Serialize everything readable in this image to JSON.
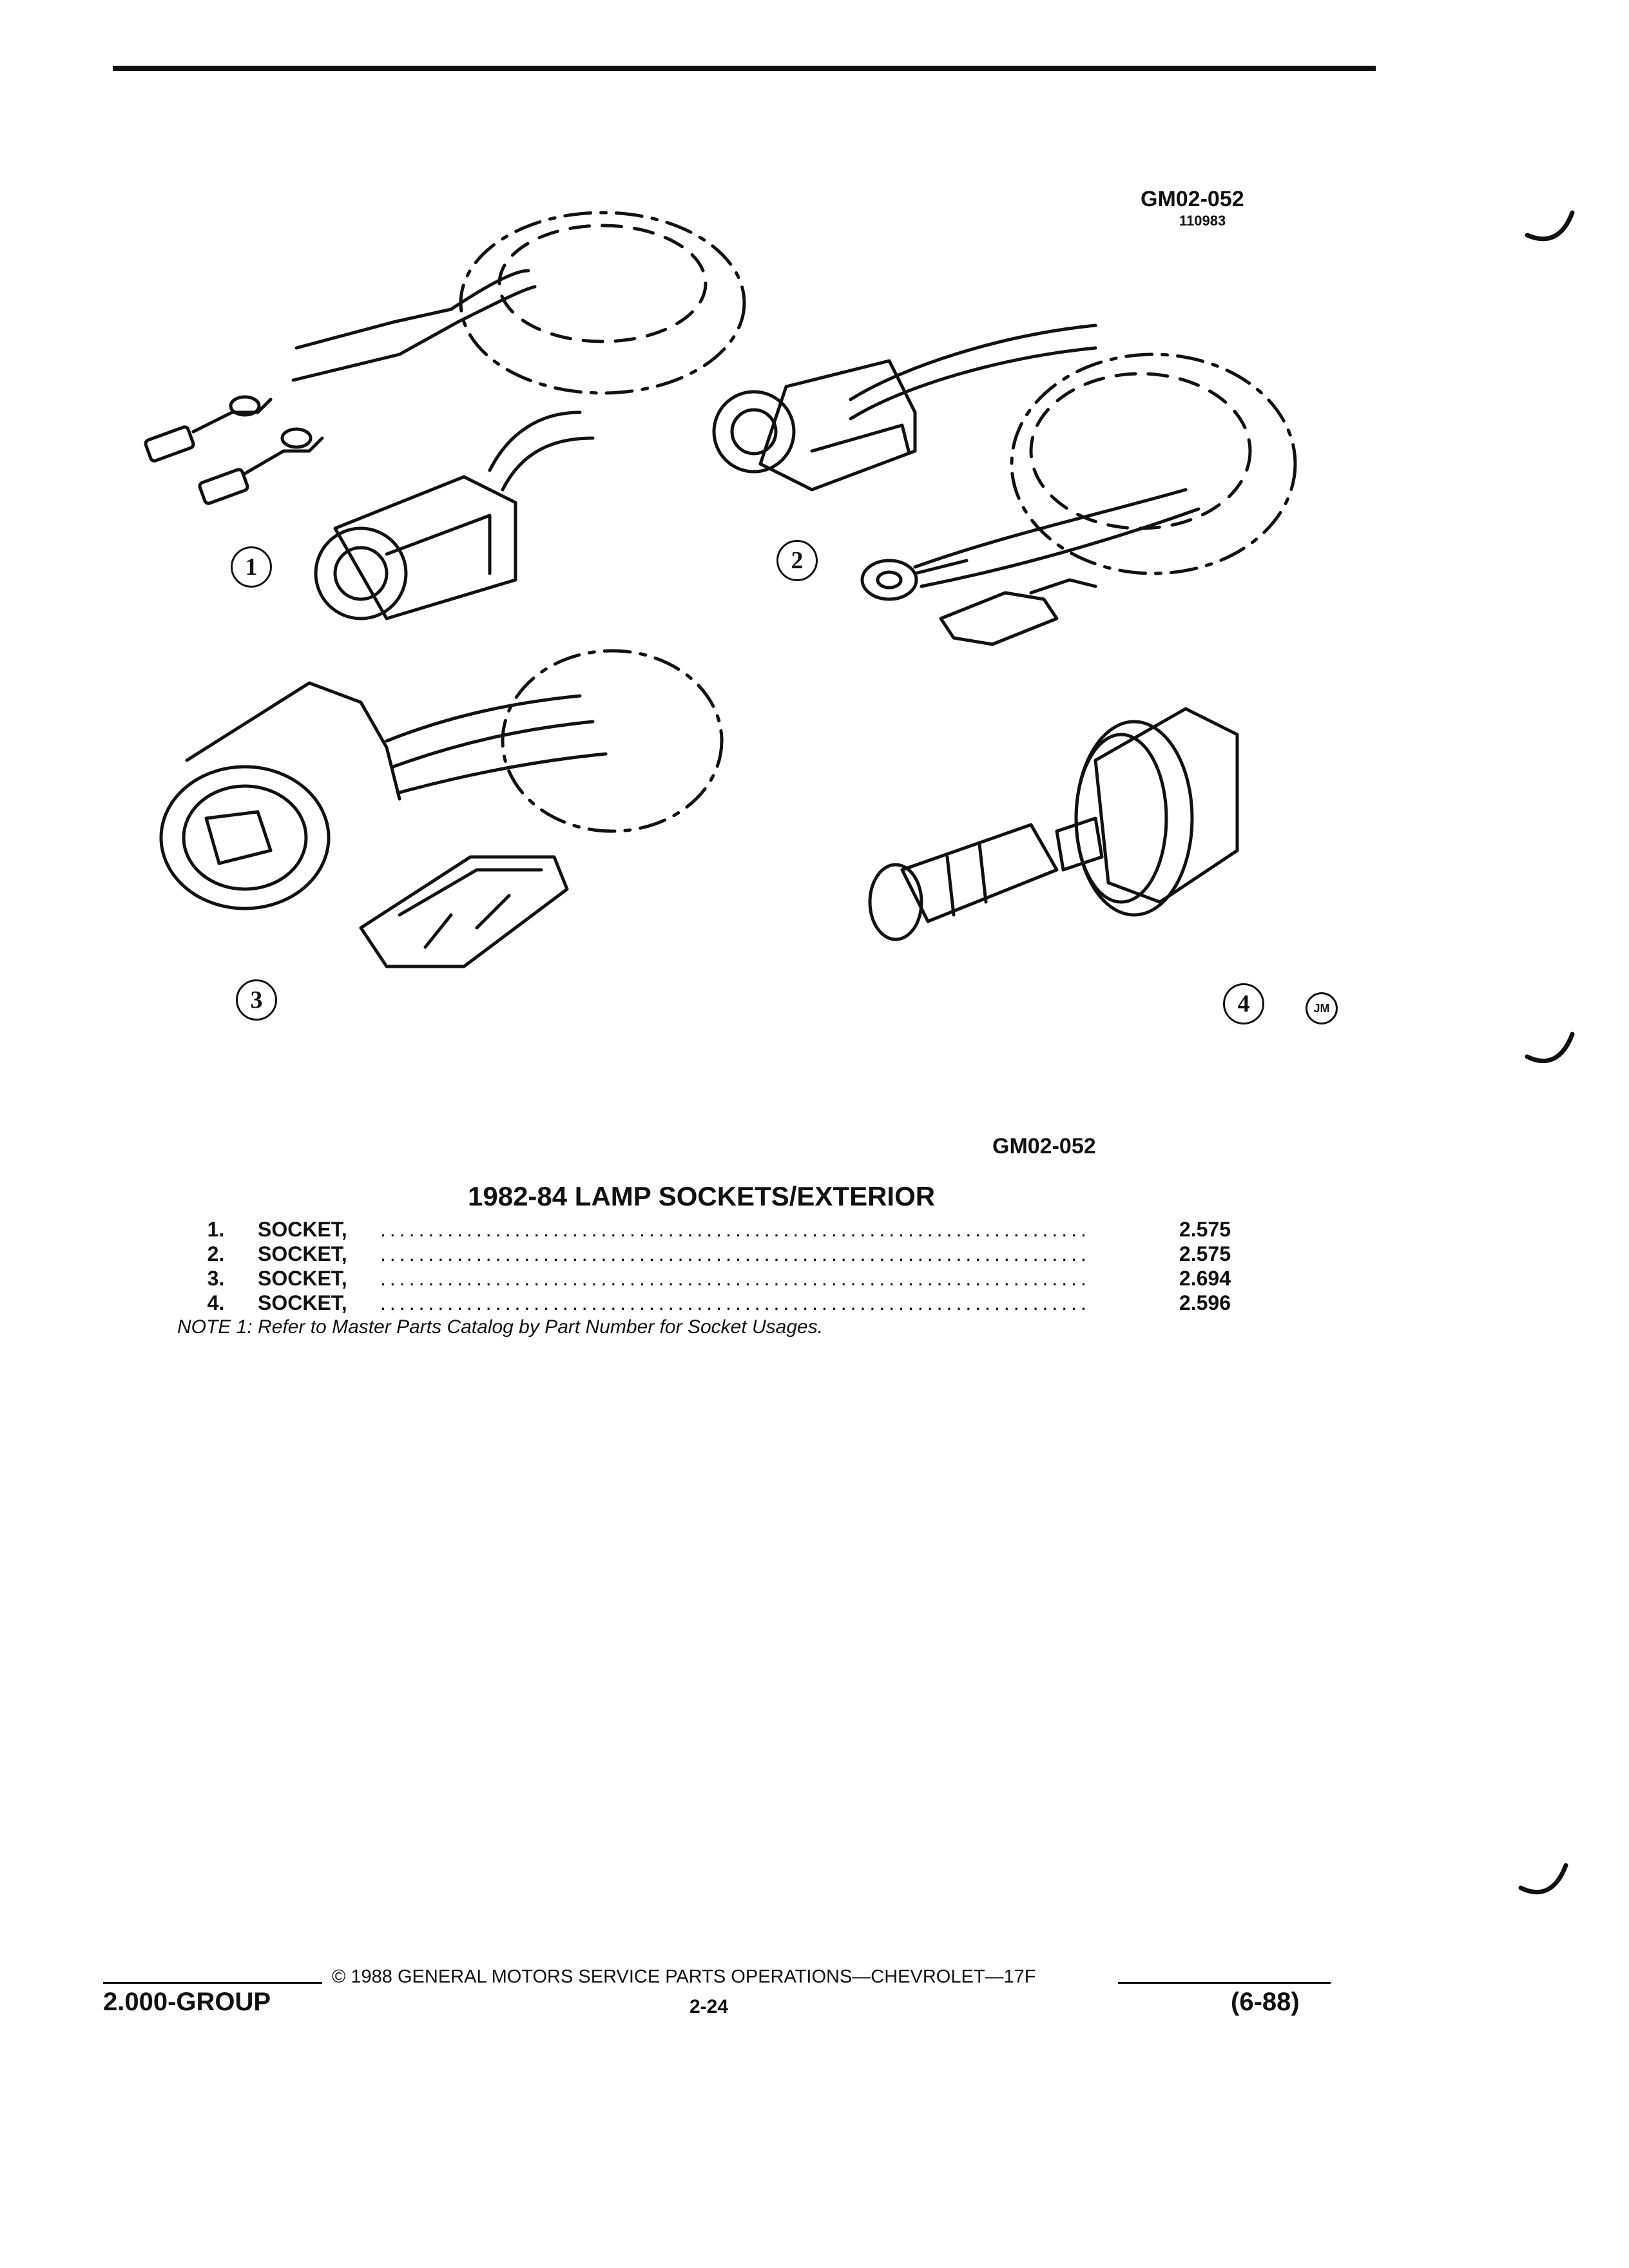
{
  "figure": {
    "code_top": "GM02-052",
    "sub_code": "110983",
    "code_bottom": "GM02-052",
    "artist_mark": "JM",
    "callouts": [
      "1",
      "2",
      "3",
      "4"
    ]
  },
  "section_title": "1982-84 LAMP SOCKETS/EXTERIOR",
  "parts": [
    {
      "num": "1.",
      "name": "SOCKET,",
      "code": "2.575"
    },
    {
      "num": "2.",
      "name": "SOCKET,",
      "code": "2.575"
    },
    {
      "num": "3.",
      "name": "SOCKET,",
      "code": "2.694"
    },
    {
      "num": "4.",
      "name": "SOCKET,",
      "code": "2.596"
    }
  ],
  "note": "NOTE 1: Refer to Master Parts Catalog by Part Number for Socket Usages.",
  "footer": {
    "copyright": "© 1988 GENERAL MOTORS SERVICE PARTS OPERATIONS—CHEVROLET—17F",
    "group": "2.000-GROUP",
    "page": "2-24",
    "edition": "(6-88)"
  },
  "colors": {
    "ink": "#111111",
    "paper": "#ffffff"
  }
}
